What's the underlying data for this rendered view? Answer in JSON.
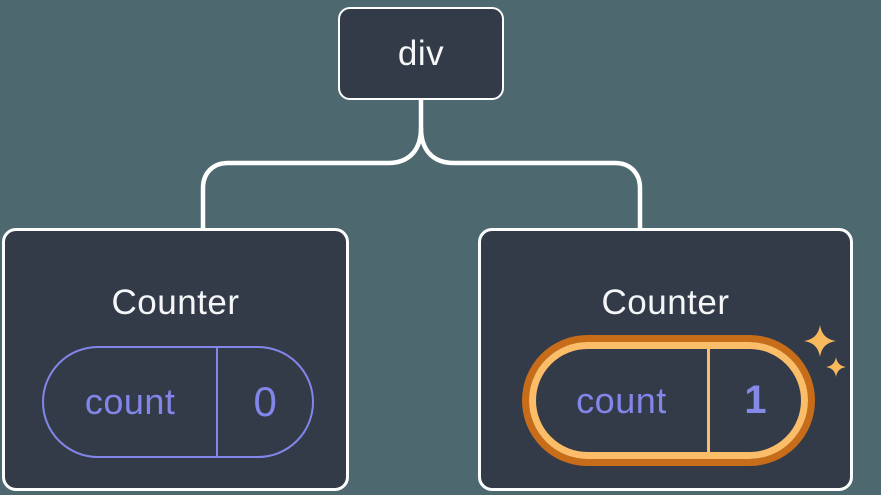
{
  "diagram": {
    "root_node": {
      "label": "div"
    },
    "children": [
      {
        "title": "Counter",
        "state": {
          "key": "count",
          "value": "0"
        },
        "highlighted": false
      },
      {
        "title": "Counter",
        "state": {
          "key": "count",
          "value": "1"
        },
        "highlighted": true
      }
    ],
    "icons": {
      "highlight": "sparkles-icon"
    },
    "colors": {
      "background": "#4e6870",
      "node_fill": "#343b48",
      "node_border": "#fcfdfd",
      "connector": "#ffffff",
      "state_accent": "#8286e8",
      "highlight_ring_inner": "#fbbd67",
      "highlight_ring_outer": "#c76d1a",
      "sparkle": "#f9ba5e"
    }
  }
}
